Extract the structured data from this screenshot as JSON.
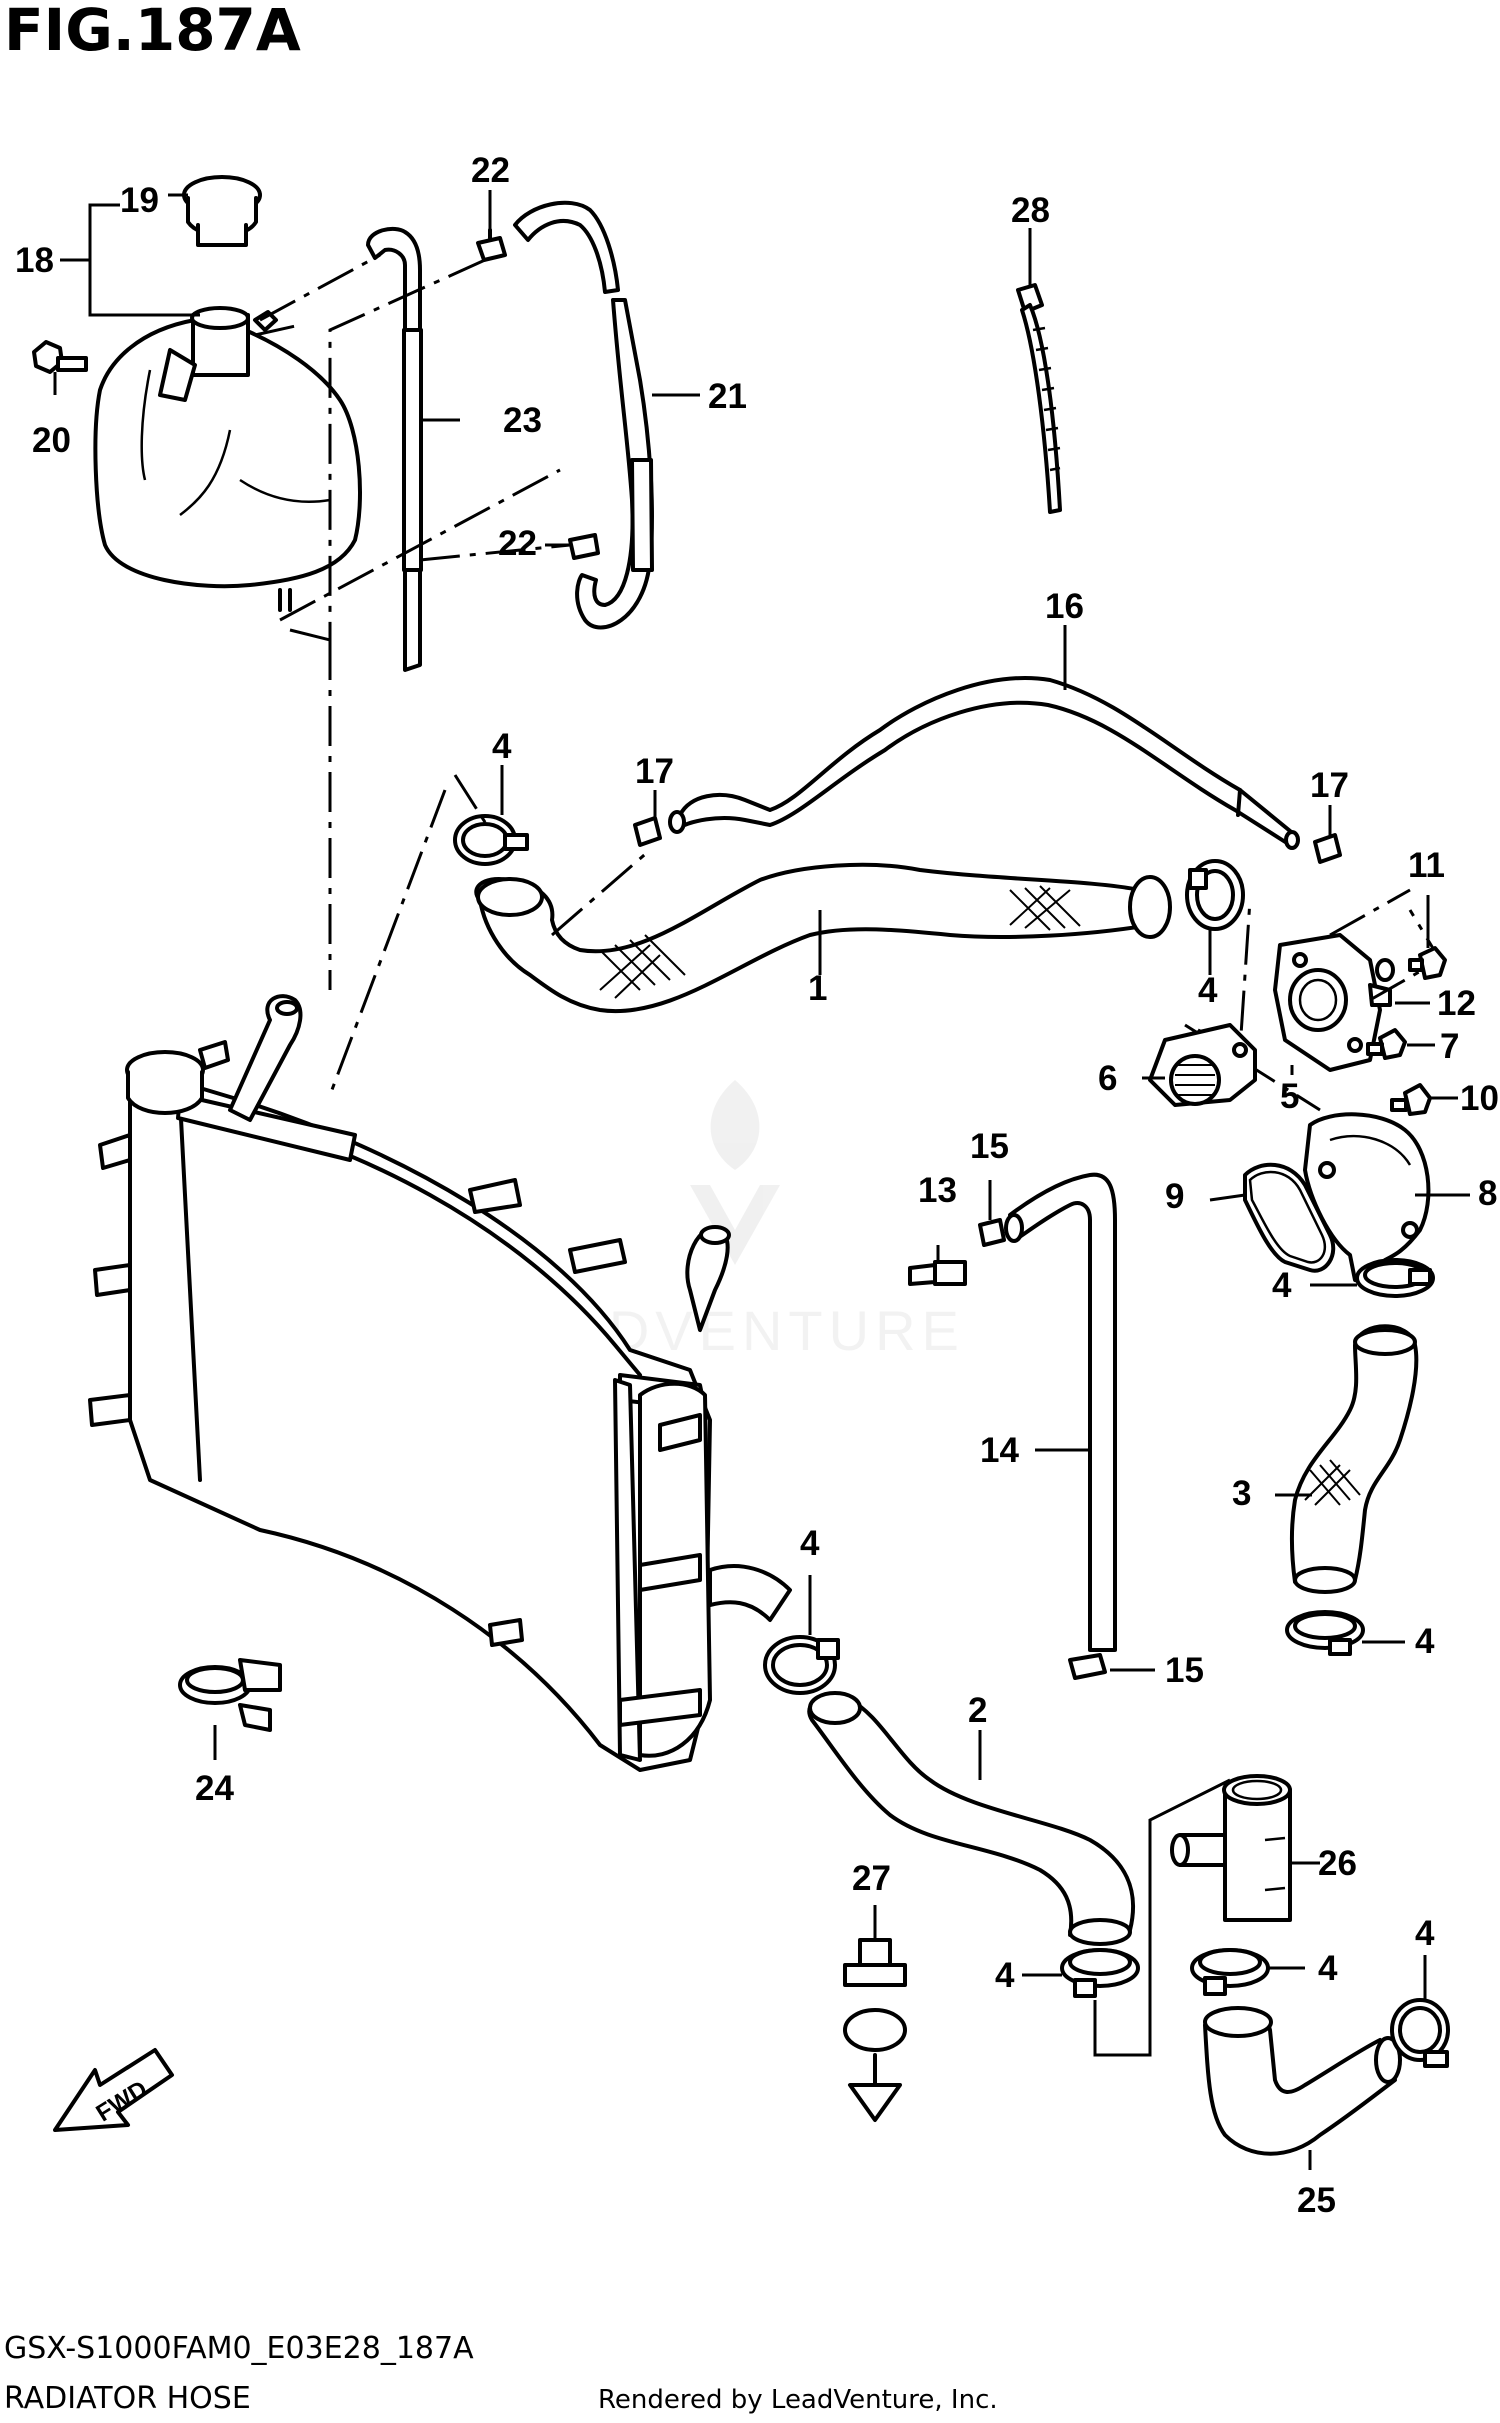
{
  "figure": {
    "title": "FIG.187A",
    "code": "GSX-S1000FAM0_E03E28_187A",
    "name": "RADIATOR HOSE",
    "rendered_by": "Rendered by LeadVenture, Inc.",
    "watermark": "LEADVENTURE",
    "fwd_label": "FWD"
  },
  "callouts": [
    {
      "id": "c19",
      "label": "19"
    },
    {
      "id": "c18",
      "label": "18"
    },
    {
      "id": "c22a",
      "label": "22"
    },
    {
      "id": "c28",
      "label": "28"
    },
    {
      "id": "c21",
      "label": "21"
    },
    {
      "id": "c23",
      "label": "23"
    },
    {
      "id": "c20",
      "label": "20"
    },
    {
      "id": "c22b",
      "label": "22"
    },
    {
      "id": "c16",
      "label": "16"
    },
    {
      "id": "c4a",
      "label": "4"
    },
    {
      "id": "c17a",
      "label": "17"
    },
    {
      "id": "c17b",
      "label": "17"
    },
    {
      "id": "c11",
      "label": "11"
    },
    {
      "id": "c1",
      "label": "1"
    },
    {
      "id": "c4b",
      "label": "4"
    },
    {
      "id": "c12",
      "label": "12"
    },
    {
      "id": "c7",
      "label": "7"
    },
    {
      "id": "c6",
      "label": "6"
    },
    {
      "id": "c5",
      "label": "5"
    },
    {
      "id": "c10",
      "label": "10"
    },
    {
      "id": "c15a",
      "label": "15"
    },
    {
      "id": "c13",
      "label": "13"
    },
    {
      "id": "c9",
      "label": "9"
    },
    {
      "id": "c8",
      "label": "8"
    },
    {
      "id": "c4c",
      "label": "4"
    },
    {
      "id": "c14",
      "label": "14"
    },
    {
      "id": "c3",
      "label": "3"
    },
    {
      "id": "c4d",
      "label": "4"
    },
    {
      "id": "c4e",
      "label": "4"
    },
    {
      "id": "c15b",
      "label": "15"
    },
    {
      "id": "c24",
      "label": "24"
    },
    {
      "id": "c2",
      "label": "2"
    },
    {
      "id": "c27",
      "label": "27"
    },
    {
      "id": "c26",
      "label": "26"
    },
    {
      "id": "c4f",
      "label": "4"
    },
    {
      "id": "c4g",
      "label": "4"
    },
    {
      "id": "c4h",
      "label": "4"
    },
    {
      "id": "c25",
      "label": "25"
    }
  ]
}
